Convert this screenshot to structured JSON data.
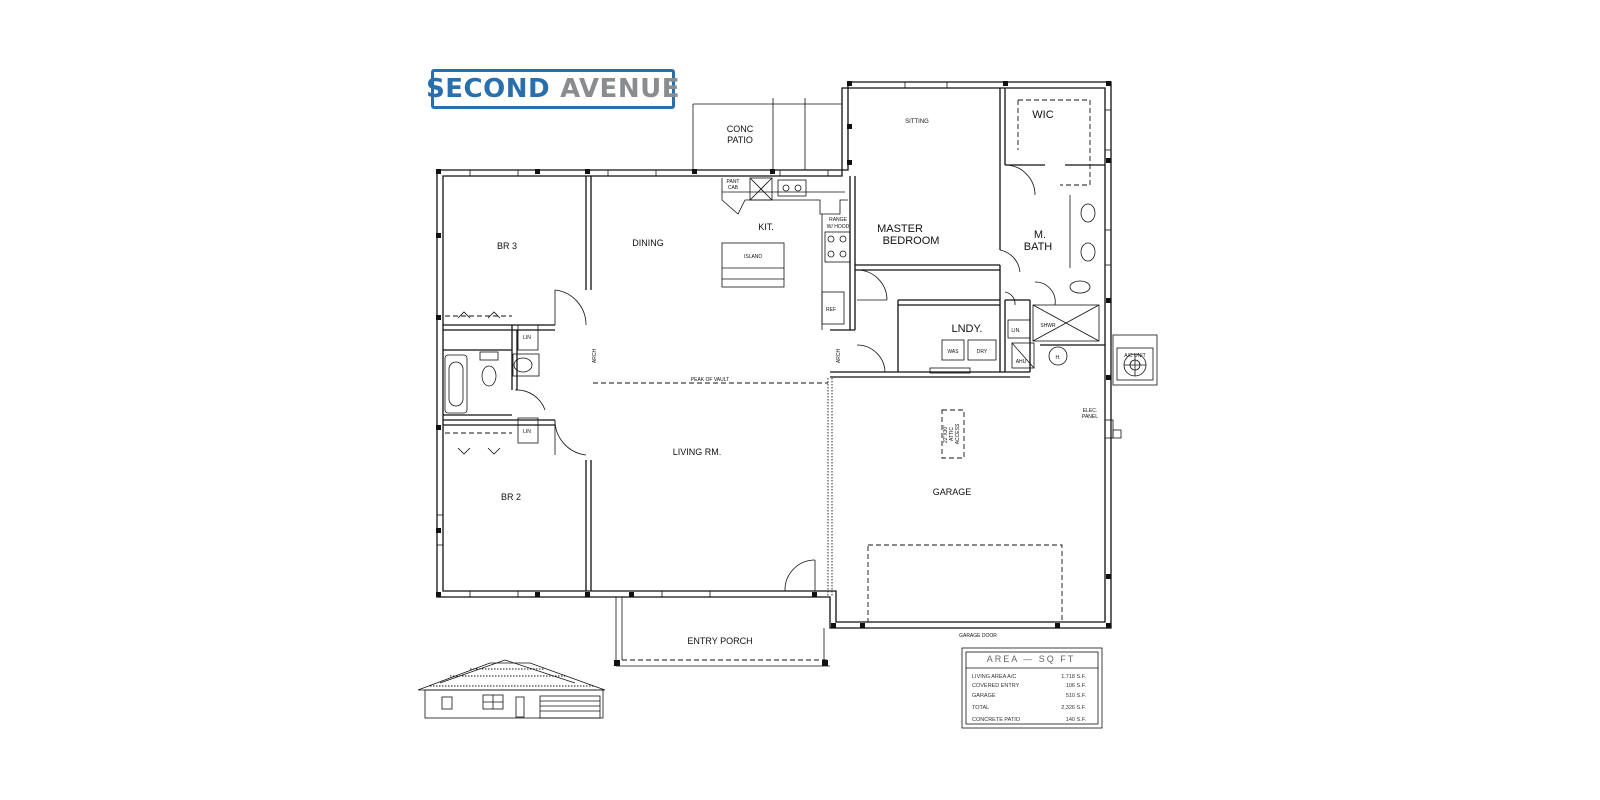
{
  "brand": {
    "word1": "SECOND",
    "word2": "AVENUE",
    "colors": {
      "primary": "#2a6fad",
      "secondary": "#8a8d90"
    }
  },
  "rooms": {
    "conc_patio": [
      "CONC",
      "PATIO"
    ],
    "sitting": "SITTING",
    "wic": "WIC",
    "pant_cab": [
      "PANT",
      "CAB"
    ],
    "kit": "KIT.",
    "range": [
      "RANGE",
      "W/ HOOD"
    ],
    "dining": "DINING",
    "island": "ISLAND",
    "br3": "BR 3",
    "master": [
      "MASTER",
      "BEDROOM"
    ],
    "m_bath": [
      "M.",
      "BATH"
    ],
    "ref": "REF",
    "lndy": "LNDY.",
    "was": "WAS",
    "dry": "DRY",
    "lin": "LIN",
    "lin_dot": "LIN.",
    "shwr": "SHWR",
    "ahu": "AHU",
    "wh": "H.",
    "ac_unit": "A/C UNIT",
    "arch": "ARCH",
    "peak_of_vault": "PEAK OF VAULT",
    "living": "LIVING RM.",
    "garage": "GARAGE",
    "elec_panel": [
      "ELEC.",
      "PANEL"
    ],
    "attic_access": [
      "22\"X30\"",
      "ATTIC",
      "ACCESS"
    ],
    "br2": "BR 2",
    "entry_porch": "ENTRY PORCH",
    "garage_door": "GARAGE DOOR"
  },
  "area_table": {
    "header": "AREA — SQ FT",
    "rows": [
      {
        "label": "LIVING AREA A/C",
        "value": "1,718 S.F."
      },
      {
        "label": "COVERED ENTRY",
        "value": "106 S.F."
      },
      {
        "label": "GARAGE",
        "value": "510 S.F."
      },
      {
        "label": "TOTAL",
        "value": "2,326 S.F."
      },
      {
        "label": "CONCRETE PATIO",
        "value": "140 S.F."
      }
    ]
  }
}
